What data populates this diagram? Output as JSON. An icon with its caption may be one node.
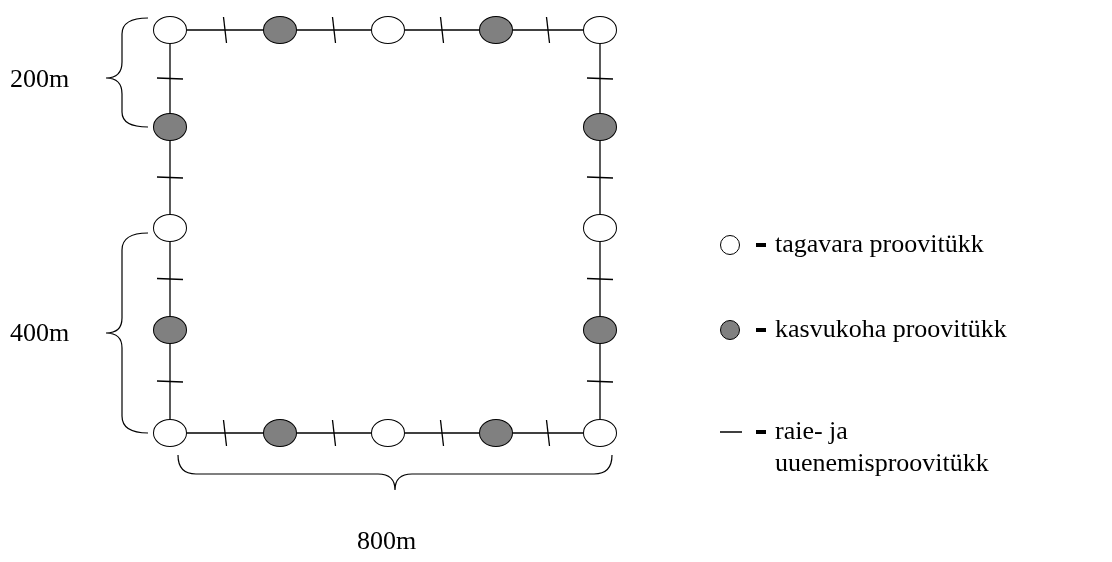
{
  "diagram": {
    "nodes": [
      {
        "text": [],
        "shape": "circle"
      },
      {
        "text": [],
        "shape": "circle"
      },
      {
        "text": [],
        "shape": "circle"
      },
      {
        "text": [],
        "shape": "circle"
      },
      {
        "text": [],
        "shape": "circle"
      },
      {
        "text": [],
        "shape": "circle"
      },
      {
        "text": [],
        "shape": "circle"
      },
      {
        "text": [],
        "shape": "circle"
      },
      {
        "text": [],
        "shape": "circle"
      },
      {
        "text": [],
        "shape": "circle"
      },
      {
        "text": [],
        "shape": "circle"
      },
      {
        "text": [],
        "shape": "circle"
      },
      {
        "text": [],
        "shape": "circle"
      },
      {
        "text": [],
        "shape": "circle"
      },
      {
        "text": [],
        "shape": "circle"
      },
      {
        "text": [],
        "shape": "circle"
      }
    ],
    "edges": [
      {
        "from": 0,
        "to": 1,
        "arrow": "none"
      },
      {
        "from": 1,
        "to": 2,
        "arrow": "none"
      },
      {
        "from": 2,
        "to": 3,
        "arrow": "none"
      },
      {
        "from": 3,
        "to": 4,
        "arrow": "none"
      },
      {
        "from": 0,
        "to": 5,
        "arrow": "none"
      },
      {
        "from": 4,
        "to": 6,
        "arrow": "none"
      },
      {
        "from": 5,
        "to": 7,
        "arrow": "none"
      },
      {
        "from": 6,
        "to": 8,
        "arrow": "none"
      },
      {
        "from": 7,
        "to": 9,
        "arrow": "none"
      },
      {
        "from": 8,
        "to": 10,
        "arrow": "none"
      },
      {
        "from": 9,
        "to": 11,
        "arrow": "none"
      },
      {
        "from": 10,
        "to": 15,
        "arrow": "none"
      },
      {
        "from": 11,
        "to": 12,
        "arrow": "none"
      },
      {
        "from": 12,
        "to": 13,
        "arrow": "none"
      },
      {
        "from": 13,
        "to": 14,
        "arrow": "none"
      },
      {
        "from": 14,
        "to": 15,
        "arrow": "none"
      }
    ],
    "labels": [
      "200m",
      "400m",
      "800m"
    ],
    "legend": [
      {
        "text": "tagavara proovitükk",
        "color": "#ffffff"
      },
      {
        "text": "kasvukoha proovitükk",
        "color": "#808080"
      },
      {
        "text": "raie- ja uuenemisproovitükk"
      }
    ]
  }
}
